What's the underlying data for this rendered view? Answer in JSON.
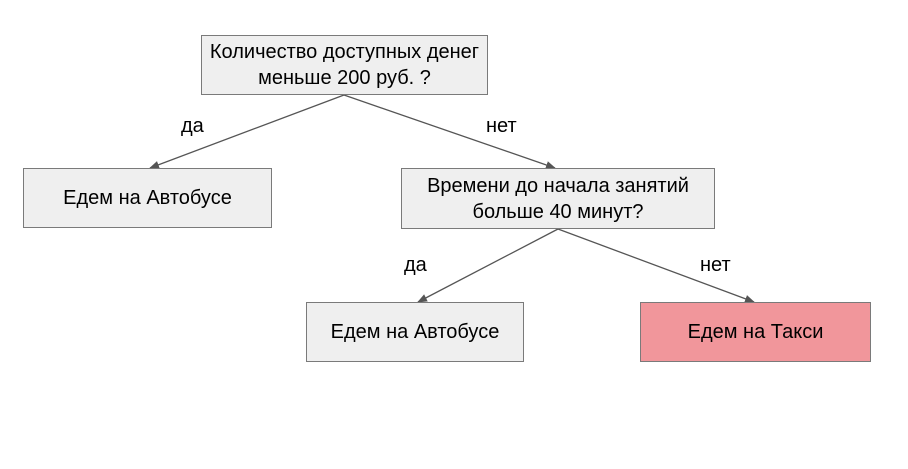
{
  "colors": {
    "node_fill": "#efefef",
    "node_border": "#7a7a7a",
    "highlight_fill": "#f1969b",
    "edge": "#555555"
  },
  "nodes": {
    "root": "Количество доступных денег меньше 200 руб. ?",
    "left_leaf": "Едем на Автобусе",
    "second_question": "Времени до начала занятий больше 40 минут?",
    "bottom_left_leaf": "Едем на Автобусе",
    "bottom_right_leaf": "Едем на Такси"
  },
  "edges": {
    "root_yes": "да",
    "root_no": "нет",
    "second_yes": "да",
    "second_no": "нет"
  }
}
